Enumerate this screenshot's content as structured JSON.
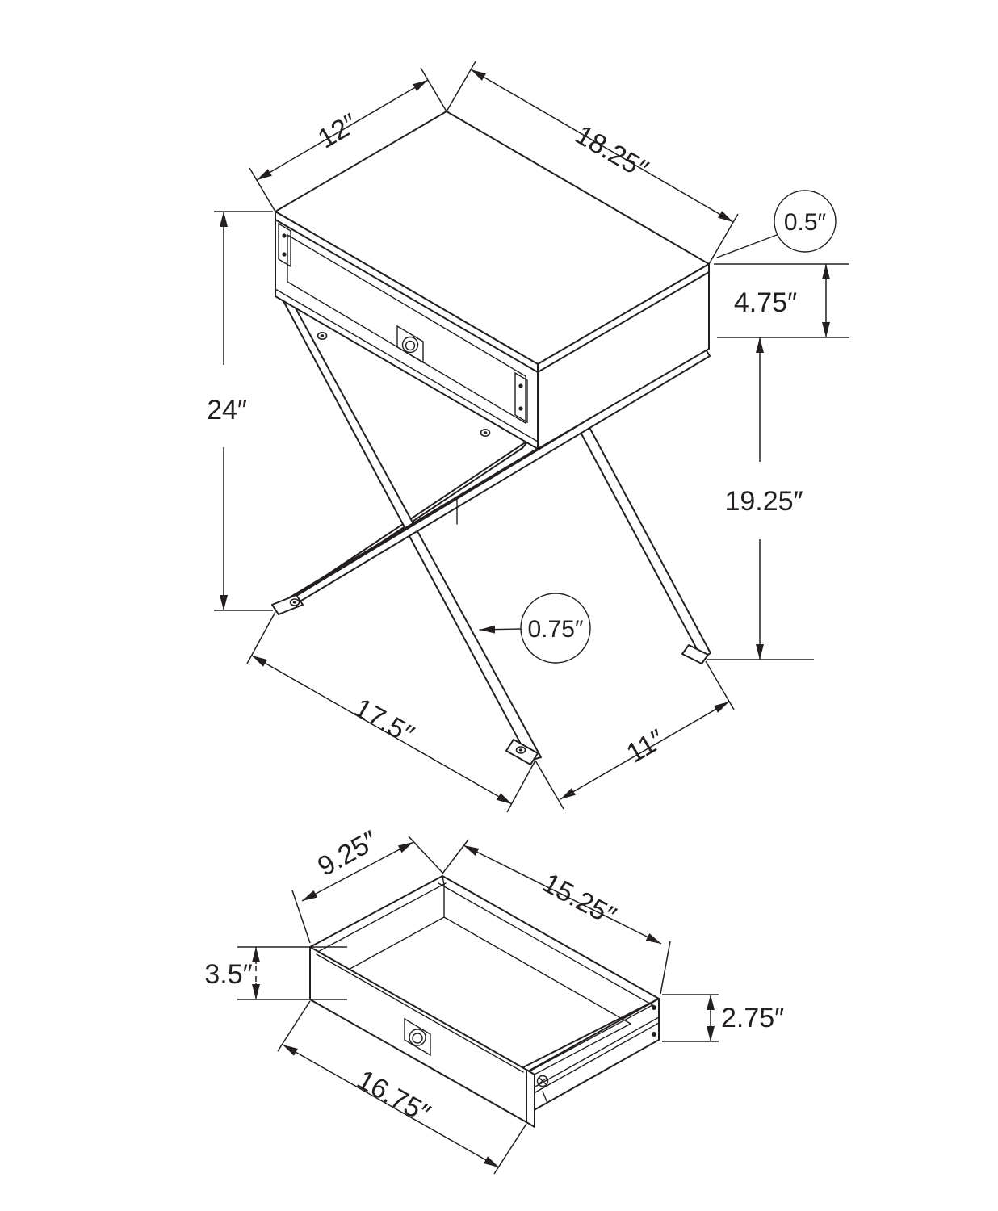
{
  "canvas": {
    "background": "#ffffff",
    "line_color": "#231f20"
  },
  "figure": {
    "type": "technical-drawing",
    "subject": "x-frame accent side table with drawer",
    "units": "inches",
    "views": {
      "assembled": {
        "name": "assembled table isometric view",
        "dimensions": {
          "top_depth": "12″",
          "top_width": "18.25″",
          "top_thickness": "0.5″",
          "apron_height": "4.75″",
          "overall_height": "24″",
          "floor_to_apron": "19.25″",
          "leg_thickness": "0.75″",
          "base_width": "17.5″",
          "base_depth": "11″"
        }
      },
      "drawer": {
        "name": "drawer detail isometric view",
        "dimensions": {
          "interior_depth": "9.25″",
          "interior_width": "15.25″",
          "front_height": "3.5″",
          "side_height": "2.75″",
          "front_width": "16.75″"
        }
      }
    }
  }
}
